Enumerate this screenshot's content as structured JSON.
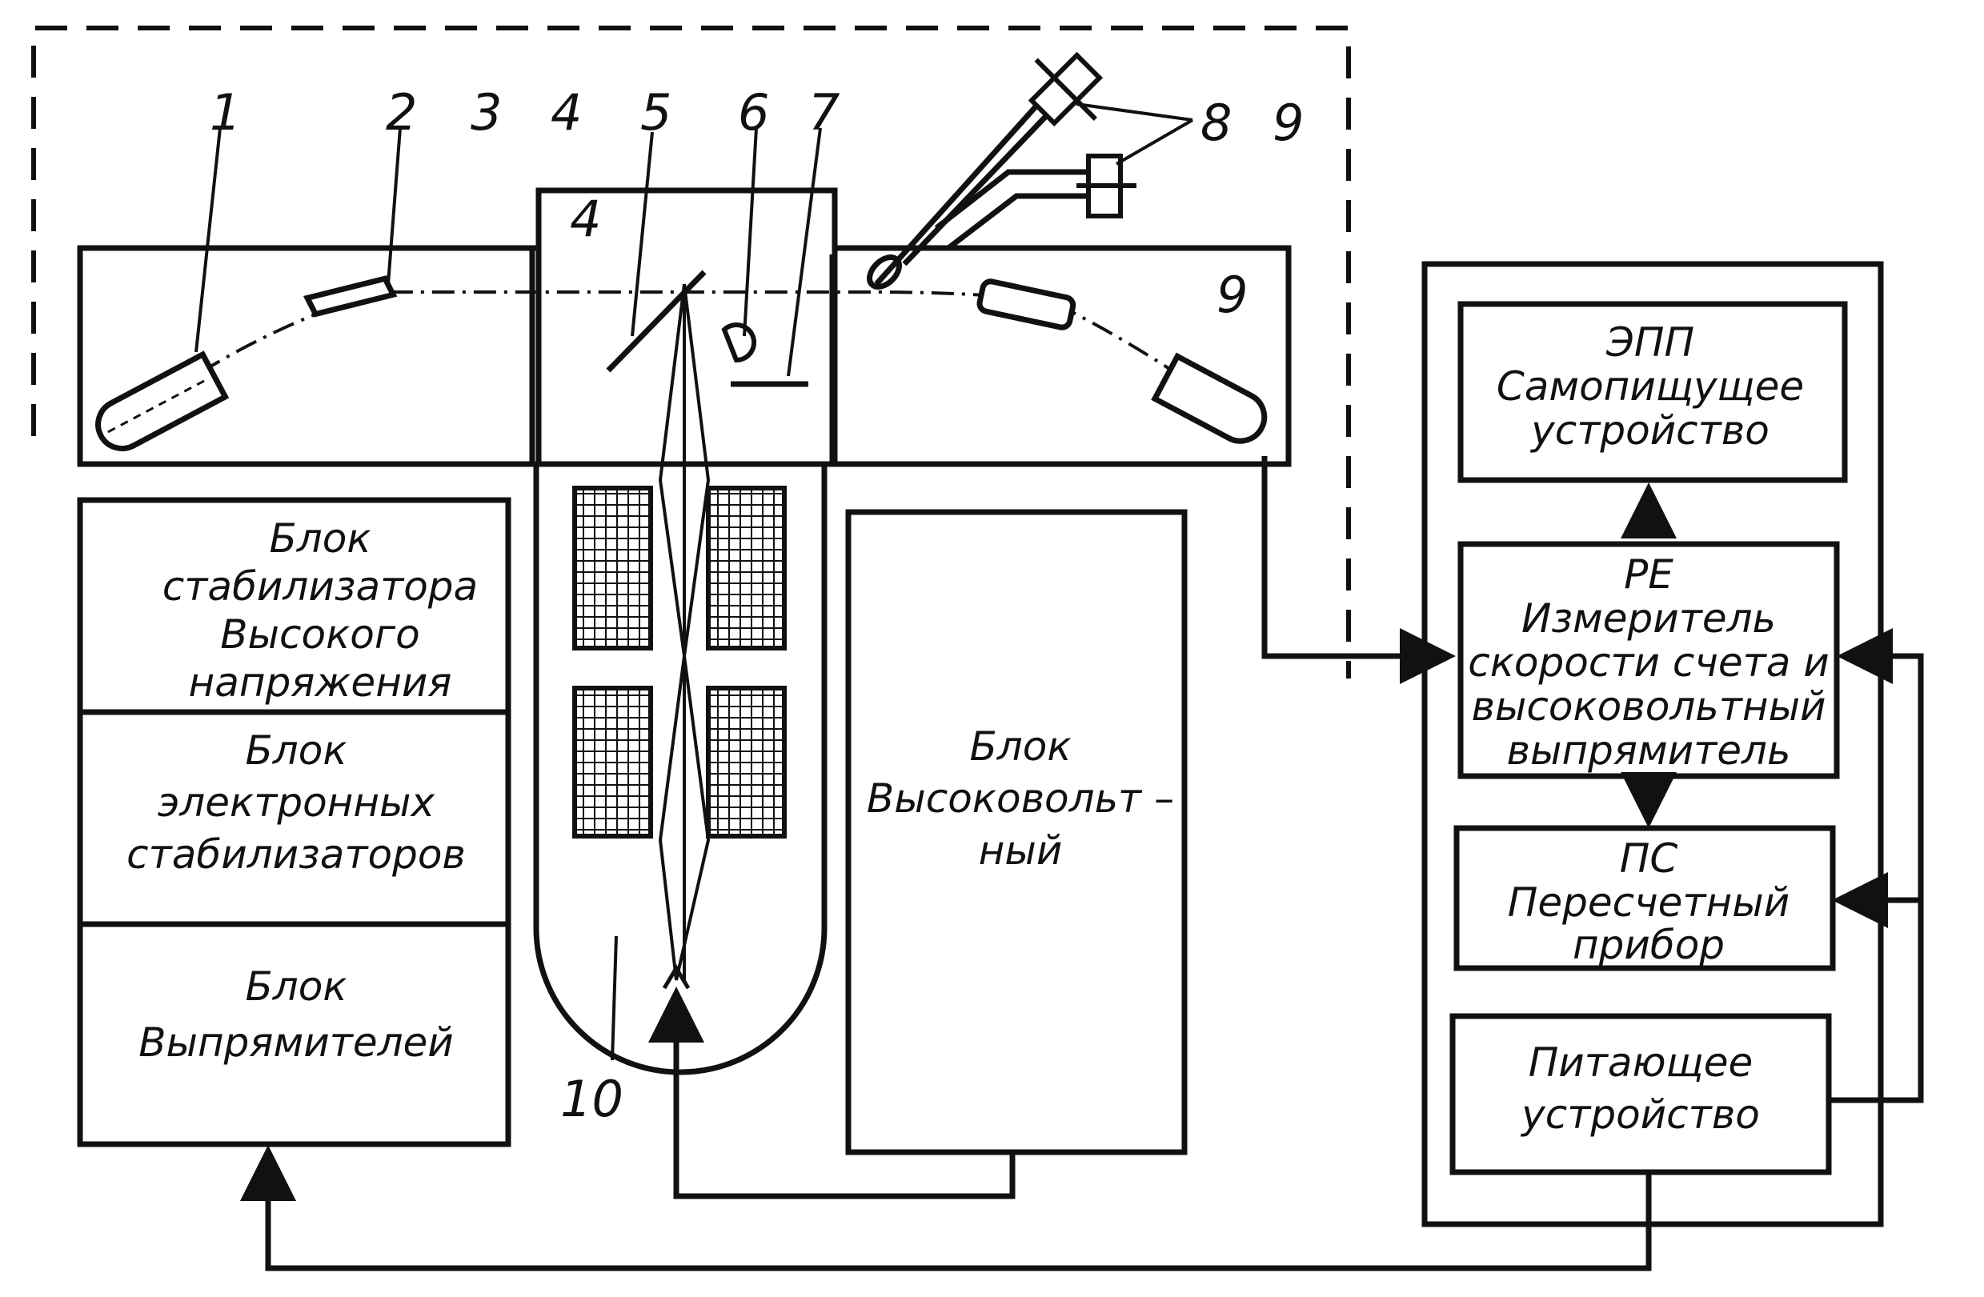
{
  "numbers": [
    "1",
    "2",
    "3",
    "4",
    "5",
    "6",
    "7",
    "8",
    "9",
    "10"
  ],
  "blocks": {
    "hv_stabilizer": [
      "Блок",
      "стабилизатора",
      "Высокого",
      "напряжения"
    ],
    "electronic_stabilizers": [
      "Блок",
      "электронных",
      "стабилизаторов"
    ],
    "rectifiers": [
      "Блок",
      "Выпрямителей"
    ],
    "high_voltage": [
      "Блок",
      "Высоковольт –",
      "ный"
    ]
  },
  "panel": {
    "epp": [
      "ЭПП",
      "Самопищущее",
      "устройство"
    ],
    "re": [
      "РЕ",
      "Измеритель",
      "скорости счета и",
      "высоковольтный",
      "выпрямитель"
    ],
    "ps": [
      "ПС",
      "Пересчетный",
      "прибор"
    ],
    "power": [
      "Питающее",
      "устройство"
    ]
  },
  "colors": {
    "ink": "#111111",
    "paper": "#ffffff"
  }
}
